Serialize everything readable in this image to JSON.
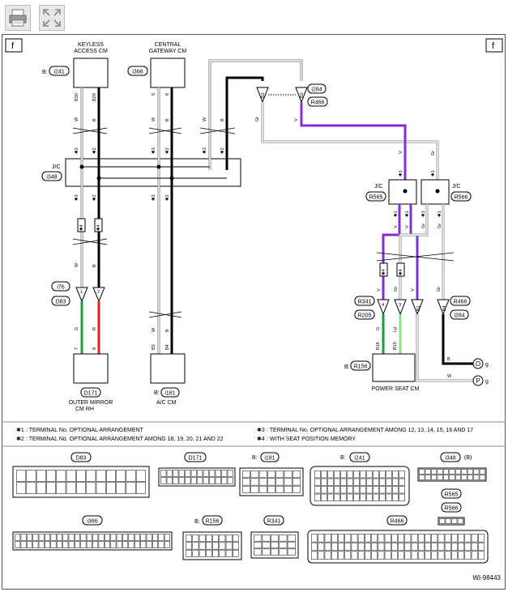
{
  "toolbar": {
    "print_icon": "printer-icon",
    "expand_icon": "expand-icon"
  },
  "ref_left": "f",
  "ref_right": "f",
  "modules": {
    "keyless": {
      "line1": "KEYLESS",
      "line2": "ACCESS CM",
      "tag_prefix": "B:",
      "tag": "i241",
      "pin1": "B30",
      "pin2": "B29"
    },
    "cgw": {
      "line1": "CENTRAL",
      "line2": "GATEWAY CM",
      "tag": "i366",
      "pin1": "5",
      "pin2": "6"
    },
    "mirror": {
      "line1": "OUTER MIRROR",
      "line2": "CM RH",
      "tag": "D171",
      "pin1": "7",
      "pin2": "8"
    },
    "ac": {
      "line1": "A/C CM",
      "tag_prefix": "B:",
      "tag": "i181",
      "pin1": "B3",
      "pin2": "B4"
    },
    "seat": {
      "line1": "POWER SEAT CM",
      "tag_prefix": "B:",
      "tag": "R156",
      "pin1": "B16",
      "pin2": "B15"
    }
  },
  "jc_main": {
    "label": "J/C",
    "tag": "i348"
  },
  "jc_left": {
    "label": "J/C",
    "tag": "R565"
  },
  "jc_right": {
    "label": "J/C",
    "tag": "R566"
  },
  "connectors": {
    "c1": "i76",
    "c2": "D83",
    "c3": "R341",
    "c4": "R205",
    "c5": "R466",
    "c6": "i284",
    "c7": "i284",
    "c8": "R466"
  },
  "conn_pins": {
    "p1": "1",
    "p2": "2",
    "p3": "4",
    "p4": "3",
    "p5": "B1",
    "p6": "B4",
    "p7": "B2",
    "p8": "B2"
  },
  "wire_colors": {
    "w": "W",
    "b": "B",
    "g": "G",
    "r": "R",
    "v": "V",
    "gr": "Gr",
    "lg": "Lg"
  },
  "stars": {
    "s1": "✱3",
    "s2": "✱2",
    "s3": "✱4",
    "s4": "✱1"
  },
  "ground_g": "g",
  "ground_p": "P",
  "ground_o": "O",
  "notes": {
    "n1_mark": "✱1",
    "n1": ": TERMINAL No. OPTIONAL ARRANGEMENT",
    "n2_mark": "✱2",
    "n2": ": TERMINAL No. OPTIONAL ARRANGEMENT AMONG 18, 19, 20, 21 AND 22",
    "n3_mark": "✱3",
    "n3": ": TERMINAL No. OPTIONAL ARRANGEMENT AMONG 12, 13, 14, 15, 16 AND 17",
    "n4_mark": "✱4",
    "n4": ": WITH SEAT POSITION MEMORY"
  },
  "conn_views": {
    "d83": "D83",
    "d171": "D171",
    "i181_prefix": "B:",
    "i181": "i181",
    "i241_prefix": "B:",
    "i241": "i241",
    "i348": "i348",
    "i348_suffix": "(B)",
    "r565": "R565",
    "r566": "R566",
    "i366": "i366",
    "r156_prefix": "B:",
    "r156": "R156",
    "r341": "R341",
    "r466": "R466"
  },
  "diagram_id": "WI-98443"
}
